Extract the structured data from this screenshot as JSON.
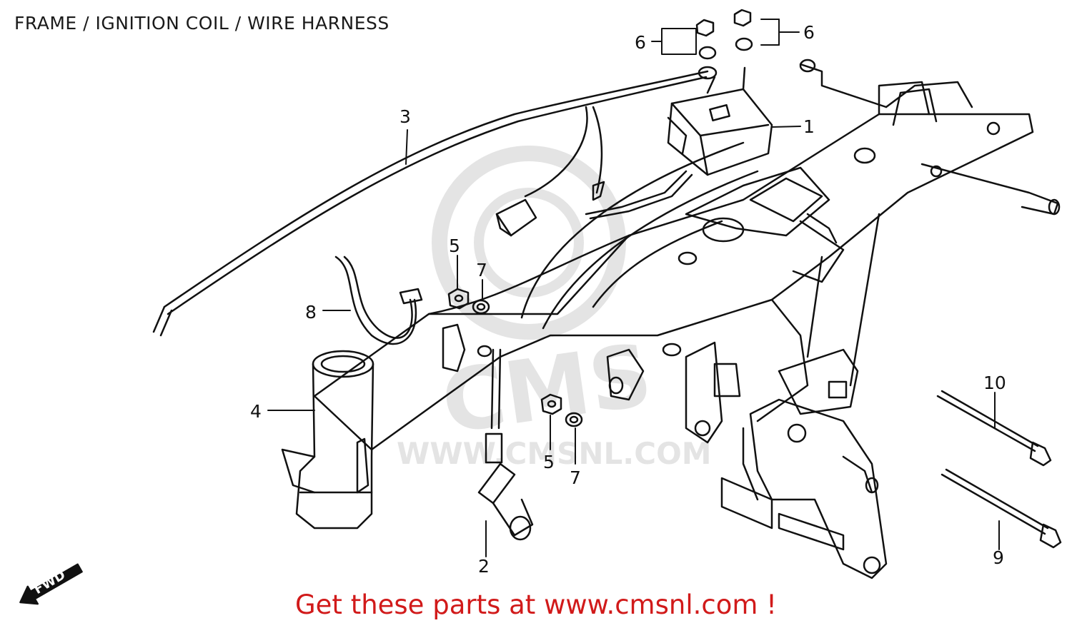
{
  "title": "FRAME / IGNITION COIL / WIRE HARNESS",
  "footer": "Get these parts at www.cmsnl.com !",
  "watermark": "WWW.CMSNL.COM",
  "watermark_mark": "CMS",
  "fwd_label": "FWD",
  "callouts": [
    {
      "id": "c1",
      "label": "1"
    },
    {
      "id": "c2",
      "label": "2"
    },
    {
      "id": "c3",
      "label": "3"
    },
    {
      "id": "c4",
      "label": "4"
    },
    {
      "id": "c5a",
      "label": "5"
    },
    {
      "id": "c5b",
      "label": "5"
    },
    {
      "id": "c6a",
      "label": "6"
    },
    {
      "id": "c6b",
      "label": "6"
    },
    {
      "id": "c7a",
      "label": "7"
    },
    {
      "id": "c7b",
      "label": "7"
    },
    {
      "id": "c8",
      "label": "8"
    },
    {
      "id": "c9",
      "label": "9"
    },
    {
      "id": "c10",
      "label": "10"
    }
  ],
  "colors": {
    "ink": "#111111",
    "footer": "#d11a1a",
    "watermark": "#e2e2e2"
  }
}
